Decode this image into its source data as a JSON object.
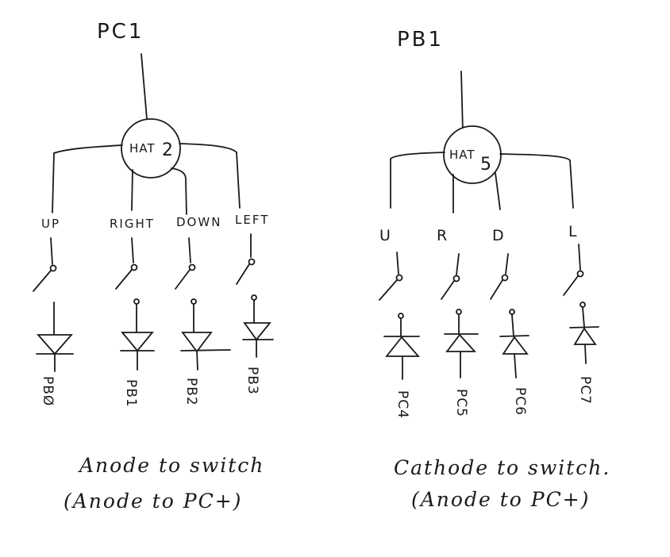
{
  "left": {
    "title": "PC1",
    "hat": "HAT",
    "hat_num": "2",
    "directions": [
      "UP",
      "RIGHT",
      "DOWN",
      "LEFT"
    ],
    "pins": [
      "PBØ",
      "PB1",
      "PB2",
      "PB3"
    ],
    "note_line1": "Anode to switch",
    "note_line2": "(Anode to PC+)"
  },
  "right": {
    "title": "PB1",
    "hat": "HAT",
    "hat_num": "5",
    "directions": [
      "U",
      "R",
      "D",
      "L"
    ],
    "pins": [
      "PC4",
      "PC5",
      "PC6",
      "PC7"
    ],
    "note_line1": "Cathode to switch.",
    "note_line2": "(Anode to PC+)"
  }
}
